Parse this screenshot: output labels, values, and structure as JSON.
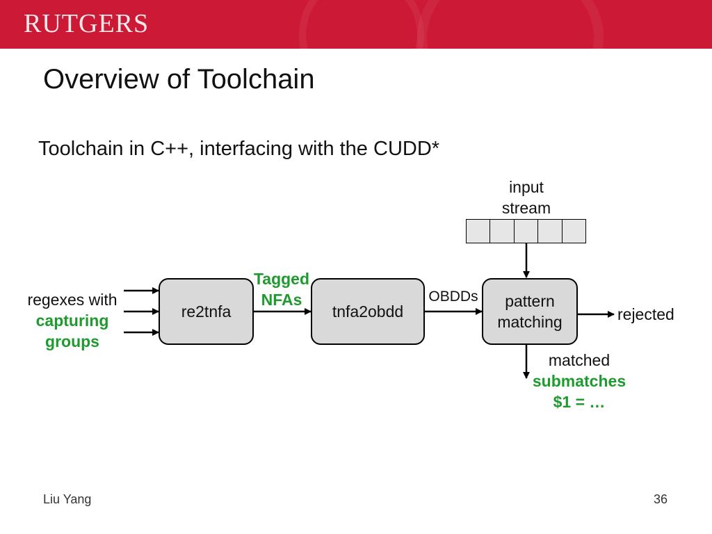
{
  "header": {
    "logo": "RUTGERS"
  },
  "slide": {
    "title": "Overview of Toolchain",
    "subtitle": "Toolchain in C++, interfacing with the CUDD*"
  },
  "diagram": {
    "input_label_1": "regexes with",
    "input_label_2": "capturing",
    "input_label_3": "groups",
    "box_re2tnfa": "re2tnfa",
    "tagged_1": "Tagged",
    "tagged_2": "NFAs",
    "box_tnfa2obdd": "tnfa2obdd",
    "obdds": "OBDDs",
    "box_pattern_1": "pattern",
    "box_pattern_2": "matching",
    "stream_label_1": "input",
    "stream_label_2": "stream",
    "stream_cell_count": 5,
    "rejected": "rejected",
    "matched": "matched",
    "submatches": "submatches",
    "submatch_value": "$1 = …"
  },
  "footer": {
    "author": "Liu Yang",
    "page": "36"
  },
  "colors": {
    "banner": "#cc1a36",
    "highlight": "#1f9a2e",
    "box_fill": "#d9d9d9"
  }
}
